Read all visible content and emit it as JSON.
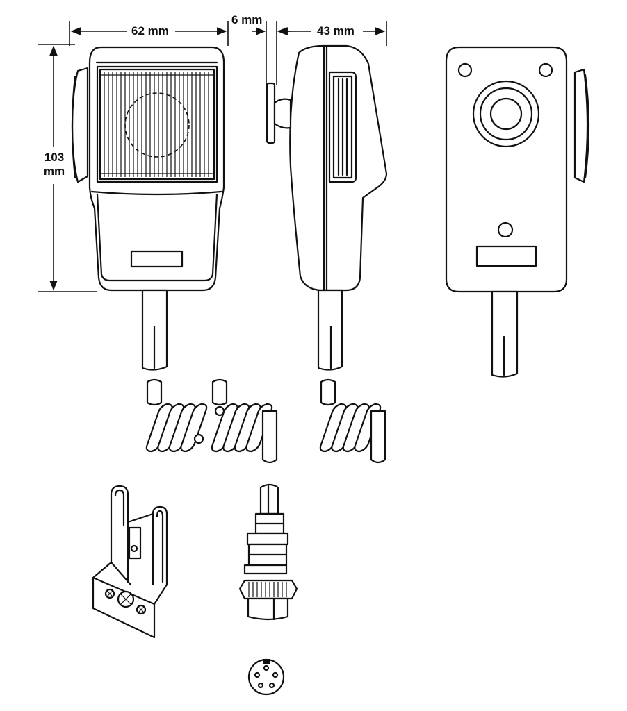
{
  "dimensions": {
    "width_label": "62 mm",
    "thickness_label": "6 mm",
    "depth_label": "43 mm",
    "height_label_value": "103",
    "height_label_unit": "mm"
  }
}
